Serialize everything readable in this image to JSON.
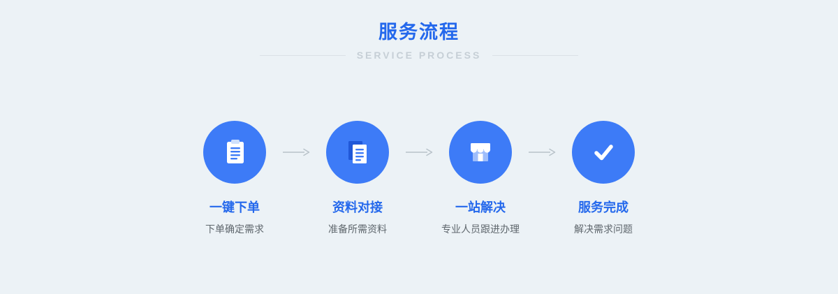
{
  "header": {
    "title": "服务流程",
    "subtitle": "SERVICE PROCESS"
  },
  "steps": [
    {
      "icon": "clipboard-icon",
      "title": "一键下单",
      "desc": "下单确定需求"
    },
    {
      "icon": "documents-icon",
      "title": "资料对接",
      "desc": "准备所需资料"
    },
    {
      "icon": "storefront-icon",
      "title": "一站解决",
      "desc": "专业人员跟进办理"
    },
    {
      "icon": "checkmark-icon",
      "title": "服务完成",
      "desc": "解决需求问题"
    }
  ],
  "colors": {
    "background": "#ecf2f6",
    "accent_blue": "#2468ec",
    "circle_blue": "#3d7bf7",
    "subtitle_grey": "#c6cfd6",
    "divider_grey": "#dbe1e6",
    "desc_grey": "#5f676d",
    "arrow_grey": "#b8c2c9"
  }
}
